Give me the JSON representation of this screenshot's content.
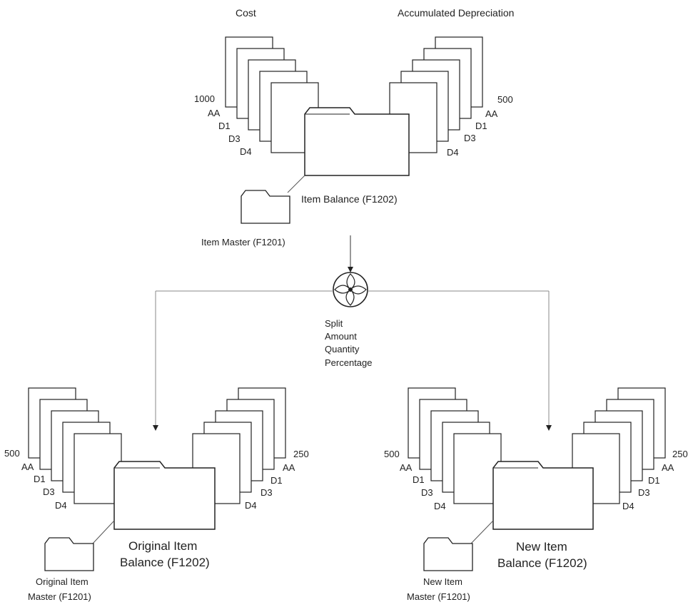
{
  "top": {
    "cost_title": "Cost",
    "accum_title": "Accumulated Depreciation",
    "cost_ledgers": [
      "1000",
      "AA",
      "D1",
      "D3",
      "D4"
    ],
    "accum_ledgers": [
      "500",
      "AA",
      "D1",
      "D3",
      "D4"
    ],
    "item_balance_label": "Item Balance (F1202)",
    "item_master_label": "Item Master (F1201)"
  },
  "split": {
    "lines": [
      "Split",
      "Amount",
      "Quantity",
      "Percentage"
    ]
  },
  "original": {
    "cost_ledgers": [
      "500",
      "AA",
      "D1",
      "D3",
      "D4"
    ],
    "accum_ledgers": [
      "250",
      "AA",
      "D1",
      "D3",
      "D4"
    ],
    "balance_line1": "Original Item",
    "balance_line2": "Balance (F1202)",
    "master_line1": "Original Item",
    "master_line2": "Master (F1201)"
  },
  "new": {
    "cost_ledgers": [
      "500",
      "AA",
      "D1",
      "D3",
      "D4"
    ],
    "accum_ledgers": [
      "250",
      "AA",
      "D1",
      "D3",
      "D4"
    ],
    "balance_line1": "New Item",
    "balance_line2": "Balance (F1202)",
    "master_line1": "New Item",
    "master_line2": "Master (F1201)"
  }
}
